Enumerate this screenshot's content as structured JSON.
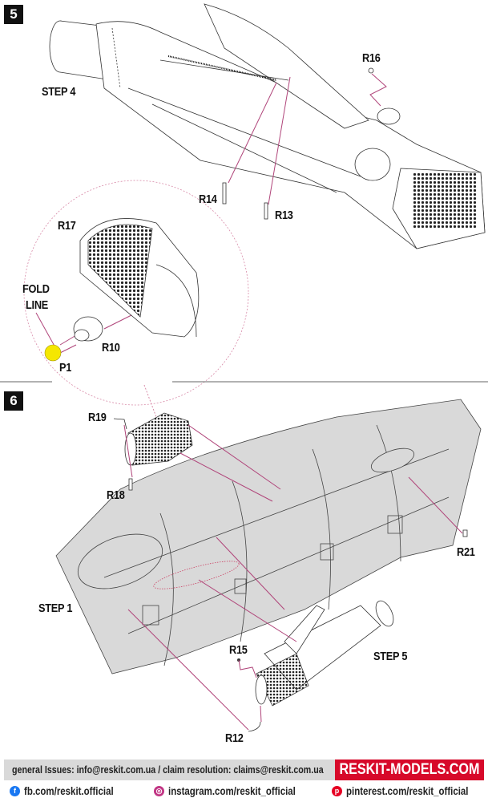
{
  "steps": {
    "step5": {
      "number": "5",
      "labels": {
        "step": "STEP 4",
        "r16": "R16",
        "r14": "R14",
        "r13": "R13",
        "r17": "R17",
        "fold_line_1": "FOLD",
        "fold_line_2": "LINE",
        "r10": "R10",
        "p1": "P1"
      }
    },
    "step6": {
      "number": "6",
      "labels": {
        "r19": "R19",
        "r18": "R18",
        "r21": "R21",
        "step1": "STEP 1",
        "r15": "R15",
        "step5": "STEP 5",
        "r12": "R12"
      }
    }
  },
  "footer": {
    "contact": "general Issues: info@reskit.com.ua / claim resolution: claims@reskit.com.ua",
    "brand": "RESKIT-MODELS.COM",
    "social": [
      {
        "icon": "facebook-icon",
        "glyph": "f",
        "color": "#1877f2",
        "text": "fb.com/reskit.official"
      },
      {
        "icon": "instagram-icon",
        "glyph": "◎",
        "color": "#c13584",
        "text": "instagram.com/reskit_official"
      },
      {
        "icon": "pinterest-icon",
        "glyph": "p",
        "color": "#e60023",
        "text": "pinterest.com/reskit_official"
      }
    ]
  },
  "colors": {
    "leader_line": "#b0457a",
    "highlight_part": "#f5e700",
    "brand_red": "#d7092a",
    "fuselage_gray": "#d9d9d9"
  }
}
